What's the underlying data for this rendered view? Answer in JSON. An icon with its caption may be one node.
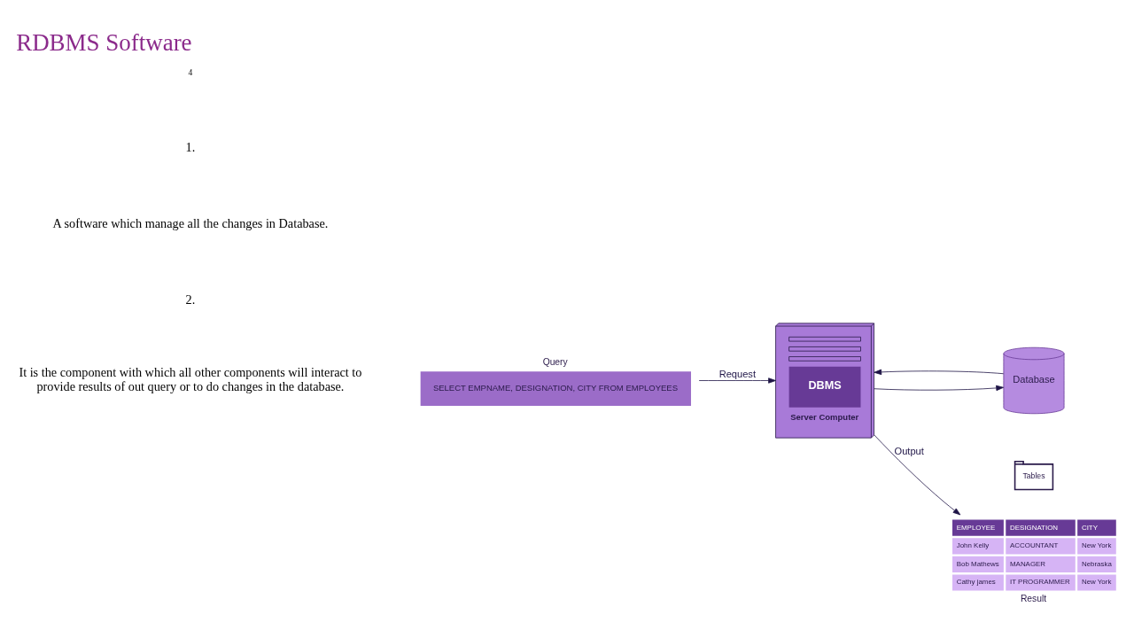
{
  "diagram": {
    "title": "RDBMS Software",
    "nodes": [
      {
        "text": [
          "Query",
          "SELECT EMPNAME, DESIGNATION, CITY FROM EMPLOYEES"
        ]
      },
      {
        "text": [
          "DBMS",
          "Server Computer"
        ]
      },
      {
        "text": [
          "Database"
        ]
      },
      {
        "text": [
          "EMPLOYEE",
          "DESIGNATION",
          "CITY",
          "John Kelly",
          "ACCOUNTANT",
          "New York",
          "Bob Mathews",
          "MANAGER",
          "Nebraska",
          "Cathy james",
          "IT PROGRAMMER",
          "New York",
          "Result"
        ]
      },
      {
        "text": [
          "Tables"
        ]
      }
    ],
    "edges": [
      {
        "from": 0,
        "to": 1,
        "arrow": "to",
        "label": "Request"
      },
      {
        "from": 1,
        "to": 3,
        "arrow": "to",
        "label": "Output"
      },
      {
        "from": 1,
        "to": 2,
        "arrow": "to"
      },
      {
        "from": 2,
        "to": 1,
        "arrow": "to"
      }
    ],
    "labels": [
      "4",
      "1.",
      "A software which manage all the changes in Database.",
      "2.",
      "It is the component with which all other components will interact to provide results of out query or to do changes in the database."
    ]
  }
}
